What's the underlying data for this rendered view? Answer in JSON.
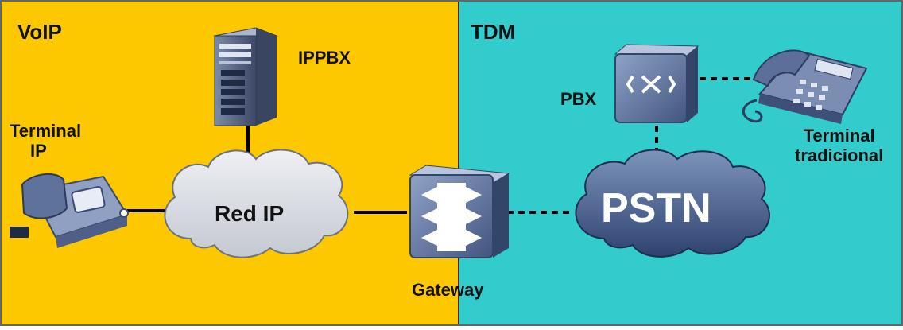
{
  "zones": {
    "voip": {
      "title": "VoIP",
      "color": "#fdc800"
    },
    "tdm": {
      "title": "TDM",
      "color": "#33cccc"
    }
  },
  "nodes": {
    "ippbx": {
      "label": "IPPBX",
      "icon": "server-tower-icon"
    },
    "ip_terminal": {
      "label_line1": "Terminal",
      "label_line2": "IP",
      "icon": "ip-phone-icon"
    },
    "ip_network": {
      "label": "Red IP",
      "icon": "cloud-icon"
    },
    "gateway": {
      "label": "Gateway",
      "icon": "gateway-icon"
    },
    "pbx": {
      "label": "PBX",
      "icon": "pbx-switch-icon"
    },
    "pstn": {
      "label": "PSTN",
      "icon": "cloud-icon"
    },
    "traditional_terminal": {
      "label_line1": "Terminal",
      "label_line2": "tradicional",
      "icon": "desk-phone-icon"
    }
  },
  "links": [
    {
      "from": "ippbx",
      "to": "ip_network",
      "style": "solid"
    },
    {
      "from": "ip_terminal",
      "to": "ip_network",
      "style": "solid"
    },
    {
      "from": "ip_network",
      "to": "gateway",
      "style": "solid"
    },
    {
      "from": "gateway",
      "to": "pstn",
      "style": "dashed"
    },
    {
      "from": "pstn",
      "to": "pbx",
      "style": "dashed"
    },
    {
      "from": "pbx",
      "to": "traditional_terminal",
      "style": "dashed"
    }
  ]
}
